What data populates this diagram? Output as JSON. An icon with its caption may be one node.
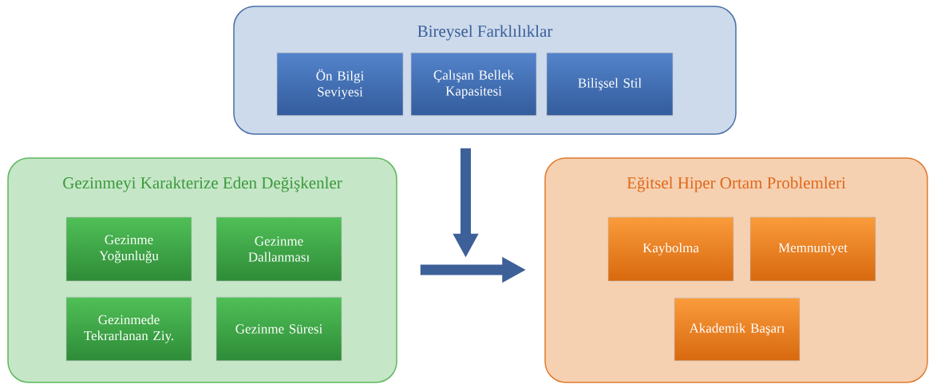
{
  "diagram": {
    "nodes": [
      {
        "text": [
          "Bireysel Farklılıklar"
        ]
      },
      {
        "text": [
          "Ön Bilgi Seviyesi"
        ],
        "in": 0
      },
      {
        "text": [
          "Çalışan Bellek Kapasitesi"
        ],
        "in": 0
      },
      {
        "text": [
          "Bilişsel Stil"
        ],
        "in": 0
      },
      {
        "text": [
          "Gezinmeyi Karakterize Eden Değişkenler"
        ]
      },
      {
        "text": [
          "Gezinme Yoğunluğu"
        ],
        "in": 4
      },
      {
        "text": [
          "Gezinme Dallanması"
        ],
        "in": 4
      },
      {
        "text": [
          "Gezinmede Tekrarlanan Ziy."
        ],
        "in": 4
      },
      {
        "text": [
          "Gezinme Süresi"
        ],
        "in": 4
      },
      {
        "text": [
          "Eğitsel Hiper Ortam Problemleri"
        ]
      },
      {
        "text": [
          "Kaybolma"
        ],
        "in": 9
      },
      {
        "text": [
          "Memnuniyet"
        ],
        "in": 9
      },
      {
        "text": [
          "Akademik Başarı"
        ],
        "in": 9
      }
    ],
    "edges": [
      {
        "from": 0,
        "to": null,
        "arrow": "to"
      },
      {
        "from": 4,
        "to": 9,
        "arrow": "to"
      }
    ]
  }
}
